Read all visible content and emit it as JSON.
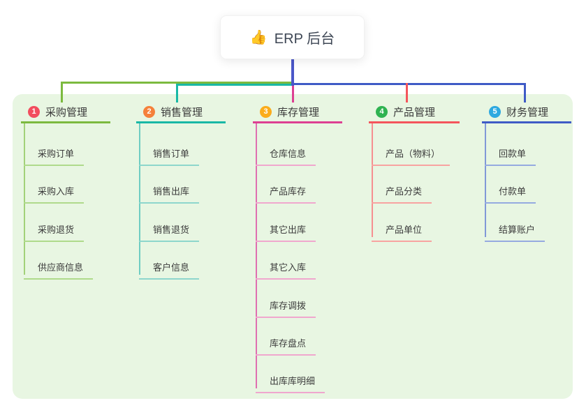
{
  "root": {
    "title": "ERP 后台",
    "icon": "thumbs-up"
  },
  "canvas": {
    "bg": "#ffffff",
    "panel_bg": "#E8F6E2",
    "root_connector_color": "#4B57C9"
  },
  "branches": [
    {
      "num": "1",
      "label": "采购管理",
      "badge_color": "#F24D5E",
      "line_color": "#7CBA3F",
      "spine_color": "#A2D179",
      "child_line_color": "#AFDA8B",
      "children": [
        "采购订单",
        "采购入库",
        "采购退货",
        "供应商信息"
      ]
    },
    {
      "num": "2",
      "label": "销售管理",
      "badge_color": "#F5813B",
      "line_color": "#19B8A6",
      "spine_color": "#6FCDC2",
      "child_line_color": "#8DD6CC",
      "children": [
        "销售订单",
        "销售出库",
        "销售退货",
        "客户信息"
      ]
    },
    {
      "num": "3",
      "label": "库存管理",
      "badge_color": "#FBAC1B",
      "line_color": "#DD4092",
      "spine_color": "#DF6FB0",
      "child_line_color": "#F0A7CE",
      "children": [
        "仓库信息",
        "产品库存",
        "其它出库",
        "其它入库",
        "库存调拨",
        "库存盘点",
        "出库库明细"
      ]
    },
    {
      "num": "4",
      "label": "产品管理",
      "badge_color": "#2FB351",
      "line_color": "#F4555C",
      "spine_color": "#F68F90",
      "child_line_color": "#F8A3A1",
      "children": [
        "产品（物料）",
        "产品分类",
        "产品单位"
      ]
    },
    {
      "num": "5",
      "label": "财务管理",
      "badge_color": "#2EA9E0",
      "line_color": "#3F5BC6",
      "spine_color": "#8198D8",
      "child_line_color": "#95AAE0",
      "children": [
        "回款单",
        "付款单",
        "结算账户"
      ]
    }
  ]
}
